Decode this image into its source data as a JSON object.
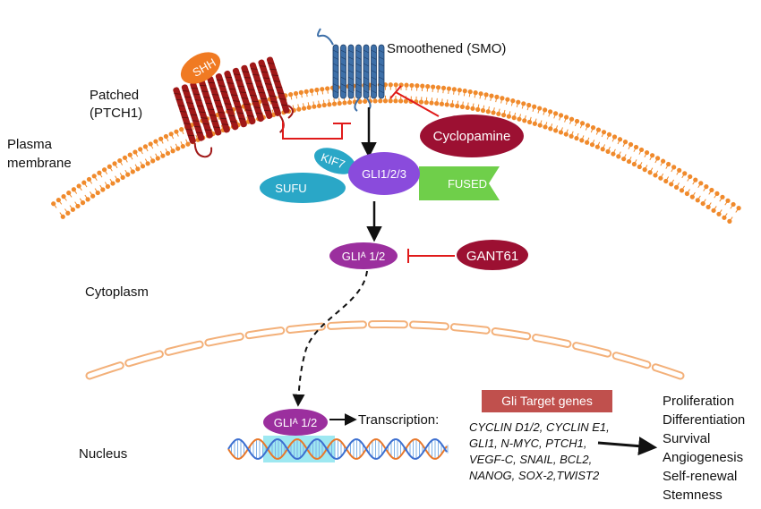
{
  "labels": {
    "smo": "Smoothened (SMO)",
    "patched_1": "Patched",
    "patched_2": "(PTCH1)",
    "membrane_1": "Plasma",
    "membrane_2": "membrane",
    "shh": "SHH",
    "cyclopamine": "Cyclopamine",
    "kif7": "KIF7",
    "sufu": "SUFU",
    "gli123": "GLI1/2/3",
    "fused": "FUSED",
    "gli_a_cyto": "GLIᴬ 1/2",
    "gant61": "GANT61",
    "cytoplasm": "Cytoplasm",
    "nucleus": "Nucleus",
    "gli_a_nuc": "GLIᴬ 1/2",
    "transcription": "Transcription:",
    "target_header": "Gli Target genes"
  },
  "target_genes": [
    "CYCLIN D1/2, CYCLIN E1,",
    "GLI1, N-MYC, PTCH1,",
    "VEGF-C, SNAIL, BCL2,",
    "NANOG, SOX-2,TWIST2"
  ],
  "outcomes": [
    "Proliferation",
    "Differentiation",
    "Survival",
    "Angiogenesis",
    "Self-renewal",
    "Stemness"
  ],
  "colors": {
    "membrane": "#f08a2c",
    "ptch1": "#a01818",
    "smo": "#3d6fa8",
    "shh": "#f07a22",
    "inhibitor": "#9c1032",
    "gli": "#9b2f9e",
    "gli123": "#8a4bdc",
    "sufu": "#2aa7c7",
    "fused": "#6fcf4a",
    "inhibit_line": "#e01a1a",
    "target_header_bg": "#c0504d",
    "dna_highlight": "#4fd6e6"
  }
}
